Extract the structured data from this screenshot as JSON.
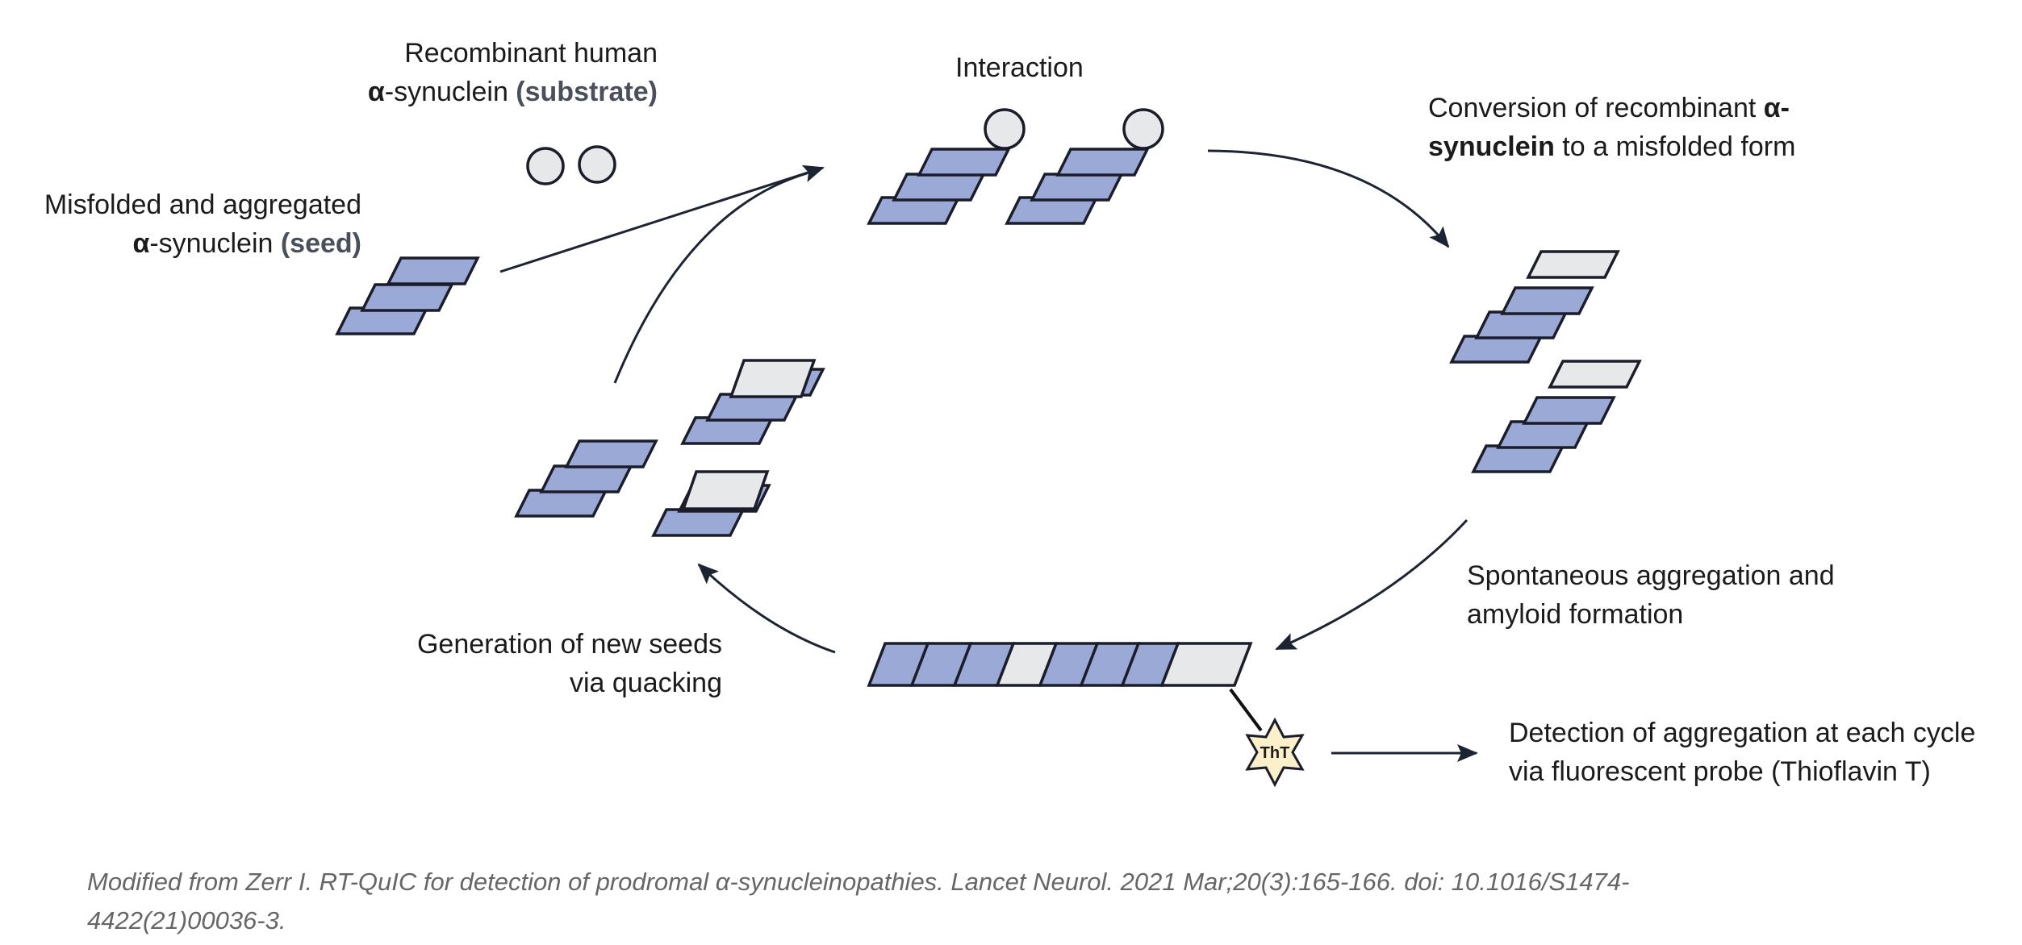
{
  "labels": {
    "substrate": {
      "line1": "Recombinant human",
      "line2_alpha": "α",
      "line2_text": "-synuclein ",
      "line2_bold": "(substrate)"
    },
    "seed": {
      "line1": "Misfolded and aggregated",
      "line2_alpha": "α",
      "line2_text": "-synuclein ",
      "line2_bold": "(seed)"
    },
    "interaction": "Interaction",
    "conversion": {
      "line1_text": "Conversion of recombinant  ",
      "line1_bold": "α-",
      "line2_bold": "synuclein",
      "line2_text": " to a misfolded form"
    },
    "aggregation": {
      "line1": "Spontaneous aggregation and",
      "line2": "amyloid formation"
    },
    "generation": {
      "line1": "Generation of new seeds",
      "line2": "via quacking"
    },
    "detection": {
      "line1": "Detection of aggregation at each cycle",
      "line2": "via fluorescent probe (Thioflavin T)"
    },
    "tht": "ThT"
  },
  "citation": "Modified from Zerr I. RT-QuIC for detection of prodromal α-synucleinopathies. Lancet Neurol. 2021 Mar;20(3):165-166. doi: 10.1016/S1474-4422(21)00036-3.",
  "colors": {
    "aggregated_fill": "#9aa9d6",
    "recombinant_fill": "#e6e8ea",
    "outline": "#1b1e2a",
    "arrow": "#1c2433",
    "probe_fill": "#fbf0c9"
  }
}
